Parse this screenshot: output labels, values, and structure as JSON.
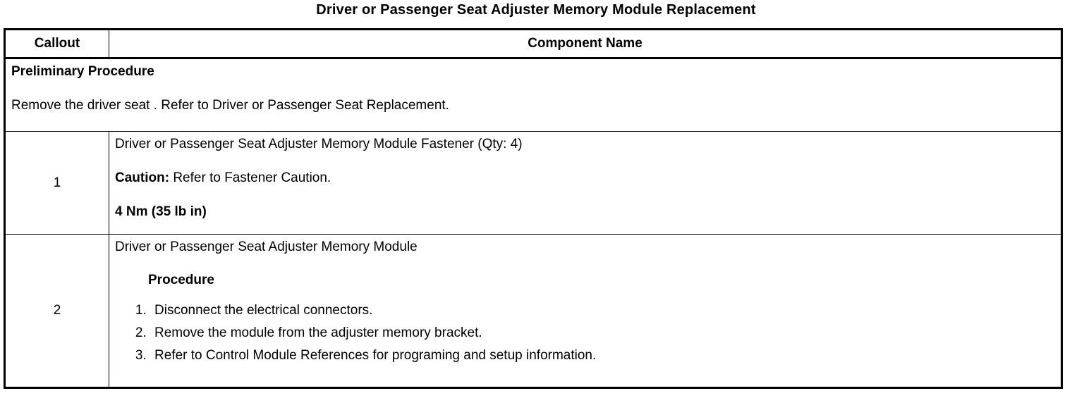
{
  "title": "Driver or Passenger Seat Adjuster Memory Module Replacement",
  "table": {
    "headers": {
      "callout": "Callout",
      "component": "Component Name"
    },
    "preliminary": {
      "heading": "Preliminary Procedure",
      "text": "Remove the driver seat . Refer to Driver or Passenger Seat Replacement."
    },
    "rows": [
      {
        "callout": "1",
        "component_name": "Driver or Passenger Seat Adjuster Memory Module Fastener (Qty: 4)",
        "caution_label": "Caution:",
        "caution_text": " Refer to Fastener Caution.",
        "torque": "4 Nm (35 lb in)"
      },
      {
        "callout": "2",
        "component_name": "Driver or Passenger Seat Adjuster Memory Module",
        "procedure_heading": "Procedure",
        "steps": [
          "Disconnect the electrical connectors.",
          "Remove the module from the adjuster memory bracket.",
          "Refer to Control Module References for programing and setup information."
        ]
      }
    ]
  },
  "colors": {
    "text": "#000000",
    "background": "#ffffff",
    "border": "#000000"
  }
}
